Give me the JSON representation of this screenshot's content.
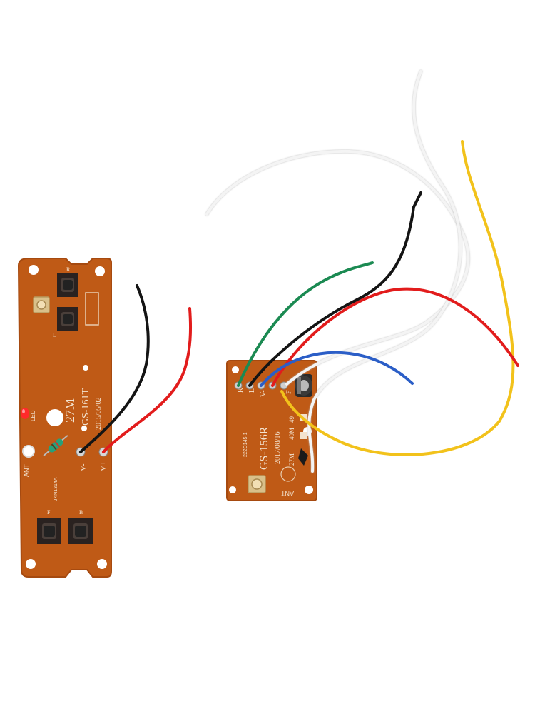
{
  "transmitter": {
    "freq": "27M",
    "model": "GS-161T",
    "date": "2015/05/02",
    "led_label": "LED",
    "ant_label": "ANT",
    "vminus_label": "V-",
    "vplus_label": "V+",
    "code": "JKN1314A",
    "btn_r": "R",
    "btn_l": "L",
    "btn_f": "F",
    "btn_b": "B"
  },
  "receiver": {
    "model": "GS-156R",
    "date": "2017/08/16",
    "code": "222C145-1",
    "freq_27": "27M",
    "freq_40": "40M",
    "freq_49": "49",
    "ant_label": "ANT",
    "pin_r": "R",
    "pin_l": "L",
    "pin_v": "V-",
    "pin_f": "F"
  },
  "colors": {
    "pcb": "#bf5a16",
    "pcb_edge": "#a64a10",
    "silkscreen": "#f3e3cf",
    "wire_red": "#e21c1c",
    "wire_black": "#141414",
    "wire_green": "#1b8a52",
    "wire_blue": "#2b5ec7",
    "wire_yellow": "#f2c21b",
    "wire_white": "#f4f4f4"
  }
}
